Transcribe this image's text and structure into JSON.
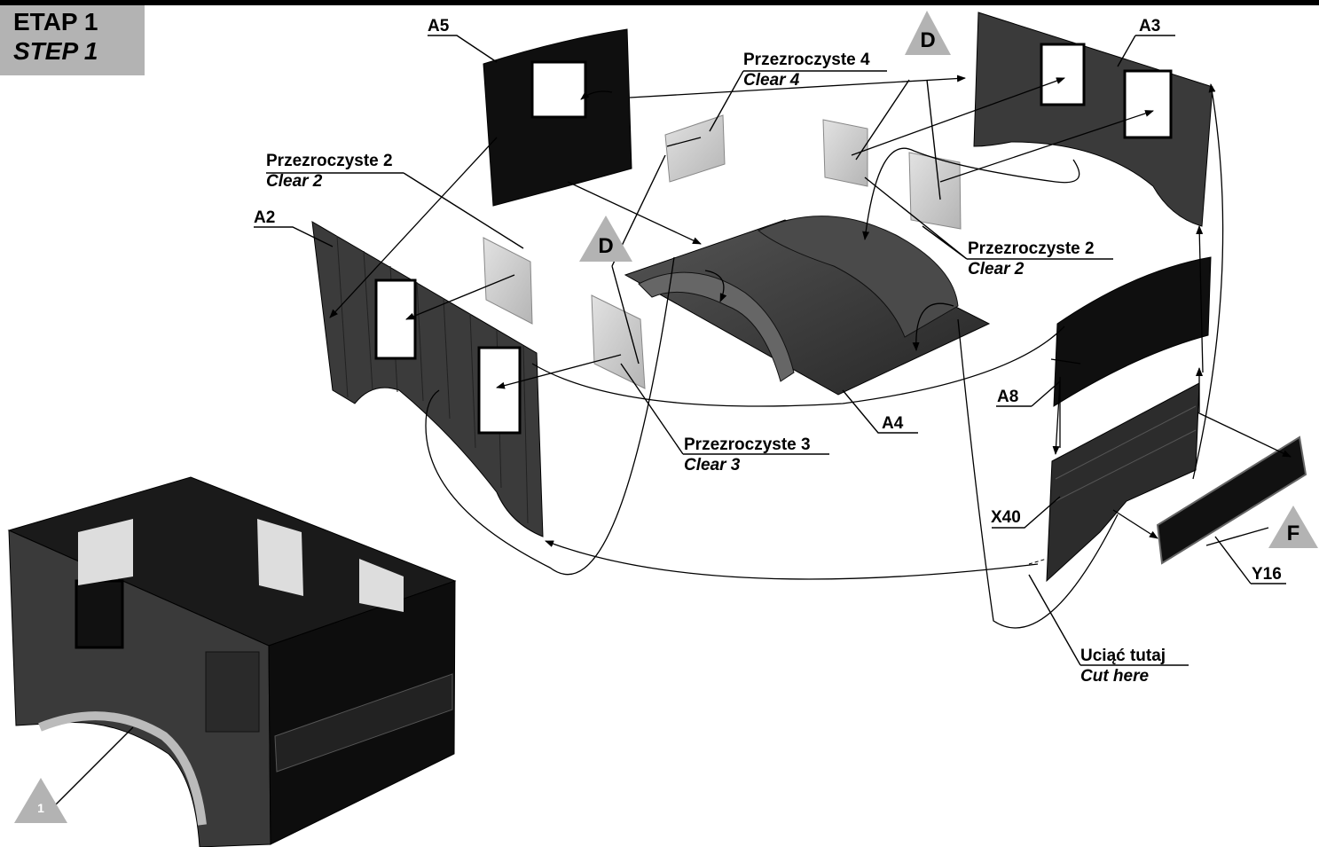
{
  "header": {
    "step_pl": "ETAP 1",
    "step_en": "STEP 1"
  },
  "labels": {
    "a5": "A5",
    "a3": "A3",
    "a2": "A2",
    "a4": "A4",
    "a8": "A8",
    "x40": "X40",
    "y16": "Y16",
    "clear4_pl": "Przezroczyste 4",
    "clear4_en": "Clear 4",
    "clear2_left_pl": "Przezroczyste 2",
    "clear2_left_en": "Clear 2",
    "clear2_right_pl": "Przezroczyste 2",
    "clear2_right_en": "Clear 2",
    "clear3_pl": "Przezroczyste 3",
    "clear3_en": "Clear 3",
    "cut_pl": "Uciąć tutaj",
    "cut_en": "Cut here"
  },
  "markers": {
    "d_top": "D",
    "d_mid": "D",
    "f": "F",
    "ref_1": "1"
  },
  "colors": {
    "part_dark": "#2b2b2b",
    "part_black": "#111111",
    "clear_part": "#c8c8c8",
    "marker_gray": "#b3b3b3"
  }
}
